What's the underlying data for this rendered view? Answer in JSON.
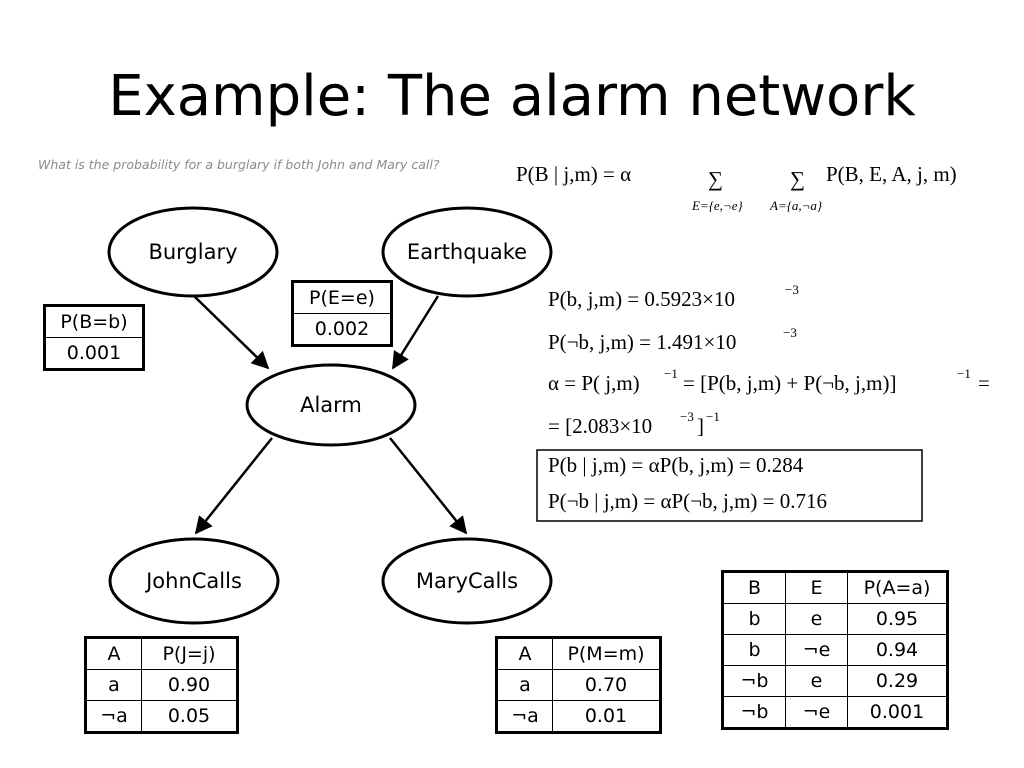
{
  "title": "Example: The alarm network",
  "question": "What is the probability for a burglary if both John and Mary call?",
  "nodes": {
    "burglary": "Burglary",
    "earthquake": "Earthquake",
    "alarm": "Alarm",
    "john": "JohnCalls",
    "mary": "MaryCalls"
  },
  "cpt_b": {
    "header": "P(B=b)",
    "value": "0.001"
  },
  "cpt_e": {
    "header": "P(E=e)",
    "value": "0.002"
  },
  "cpt_j": {
    "headers": [
      "A",
      "P(J=j)"
    ],
    "rows": [
      [
        "a",
        "0.90"
      ],
      [
        "¬a",
        "0.05"
      ]
    ]
  },
  "cpt_m": {
    "headers": [
      "A",
      "P(M=m)"
    ],
    "rows": [
      [
        "a",
        "0.70"
      ],
      [
        "¬a",
        "0.01"
      ]
    ]
  },
  "cpt_a": {
    "headers": [
      "B",
      "E",
      "P(A=a)"
    ],
    "rows": [
      [
        "b",
        "e",
        "0.95"
      ],
      [
        "b",
        "¬e",
        "0.94"
      ],
      [
        "¬b",
        "e",
        "0.29"
      ],
      [
        "¬b",
        "¬e",
        "0.001"
      ]
    ]
  },
  "equations": {
    "main_lhs": "P(B | j,m) = α",
    "sum_e": "E={e,¬e}",
    "sum_a": "A={a,¬a}",
    "main_rhs": "P(B, E, A, j, m)",
    "eq1": "P(b, j,m) = 0.5923×10",
    "eq1_exp": "−3",
    "eq2": "P(¬b, j,m) = 1.491×10",
    "eq2_exp": "−3",
    "eq3a": "α = P( j,m)",
    "eq3a_exp": "−1",
    "eq3b": "= [P(b, j,m) + P(¬b, j,m)]",
    "eq3b_exp": "−1",
    "eq3c": "=",
    "eq4": "= [2.083×10",
    "eq4_exp": "−3",
    "eq4_close": "]",
    "eq4_exp2": "−1",
    "res1": "P(b | j,m) = αP(b, j,m) = 0.284",
    "res2": "P(¬b | j,m) = αP(¬b, j,m) = 0.716"
  }
}
